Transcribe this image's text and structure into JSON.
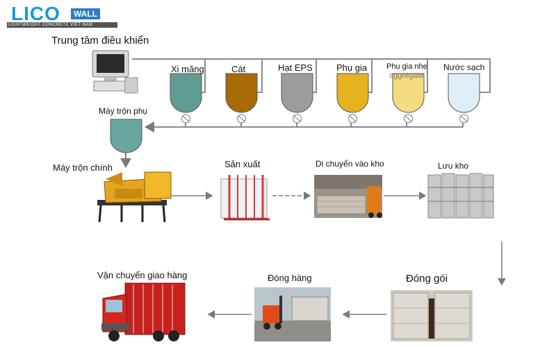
{
  "logo": {
    "brand": "LICO",
    "wall": "WALL",
    "tagline": "LIGHTWEIGHT CONCRETE VIET NAM"
  },
  "nodes": {
    "control_center": "Trung tâm điều khiển",
    "cement": "Xi măng",
    "sand": "Cát",
    "eps": "Hạt EPS",
    "additive": "Phụ gia",
    "light_additive": "Phụ gia nhẹ",
    "aggregate": "aggregate",
    "clean_water": "Nước sạch",
    "aux_mixer": "Máy trộn phụ",
    "main_mixer": "Máy trộn chính",
    "production": "Sản xuất",
    "to_warehouse": "Di chuyển vào kho",
    "storage": "Lưu kho",
    "packing": "Đóng gói",
    "loading": "Đóng hàng",
    "delivery": "Vận chuyển giao hàng"
  },
  "colors": {
    "cement": "#5f9c93",
    "sand": "#a86a06",
    "eps": "#9c9c9c",
    "additive": "#e6b21e",
    "light_additive": "#f4dc7e",
    "clean_water": "#ddeef8",
    "aux_mixer": "#6aa6a0",
    "line": "#7a7a7a"
  }
}
